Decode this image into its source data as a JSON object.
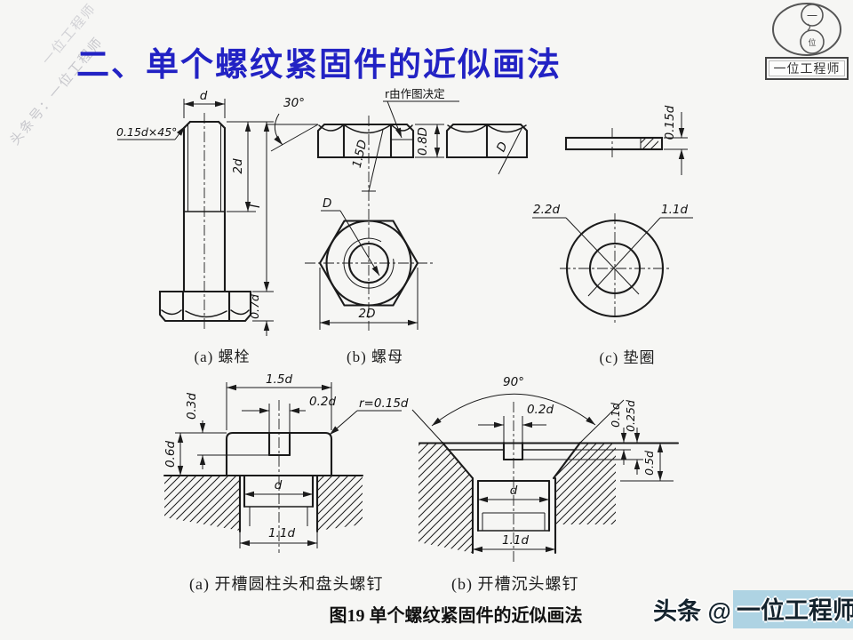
{
  "page": {
    "title": "二、单个螺纹紧固件的近似画法",
    "figure_caption": "图19 单个螺纹紧固件的近似画法"
  },
  "watermarks": {
    "diagonal": "头条号：一位工程师",
    "secondary": "一位工程师"
  },
  "logo": {
    "top_char": "一",
    "bottom_char": "位",
    "label": "一位工程师"
  },
  "branding": {
    "prefix": "头条 @",
    "highlight": "一位工程师"
  },
  "figures": {
    "bolt": {
      "caption": "(a) 螺栓",
      "dims": {
        "width": "d",
        "chamfer": "0.15d×45°",
        "thread_length": "2d",
        "length": "l",
        "head_height": "0.7d"
      }
    },
    "nut": {
      "caption": "(b) 螺母",
      "dims": {
        "chamfer_angle": "30°",
        "radius_note": "r由作图决定",
        "arc_radius": "1.5D",
        "height": "0.8D",
        "side_radius": "D",
        "diameter": "D",
        "width": "2D"
      }
    },
    "washer": {
      "caption": "(c) 垫圈",
      "dims": {
        "thickness": "0.15d",
        "outer_diameter": "2.2d",
        "inner_diameter": "1.1d"
      }
    },
    "pan_screw": {
      "caption": "(a) 开槽圆柱头和盘头螺钉",
      "dims": {
        "head_width": "1.5d",
        "slot_width": "0.2d",
        "fillet": "r=0.15d",
        "slot_depth": "0.3d",
        "head_height": "0.6d",
        "diameter": "d",
        "hole_diameter": "1.1d"
      }
    },
    "csk_screw": {
      "caption": "(b) 开槽沉头螺钉",
      "dims": {
        "angle": "90°",
        "slot_width": "0.2d",
        "sink_depth": "0.1d",
        "slot_depth": "0.25d",
        "head_height": "0.5d",
        "diameter": "d",
        "hole_diameter": "1.1d"
      }
    }
  }
}
